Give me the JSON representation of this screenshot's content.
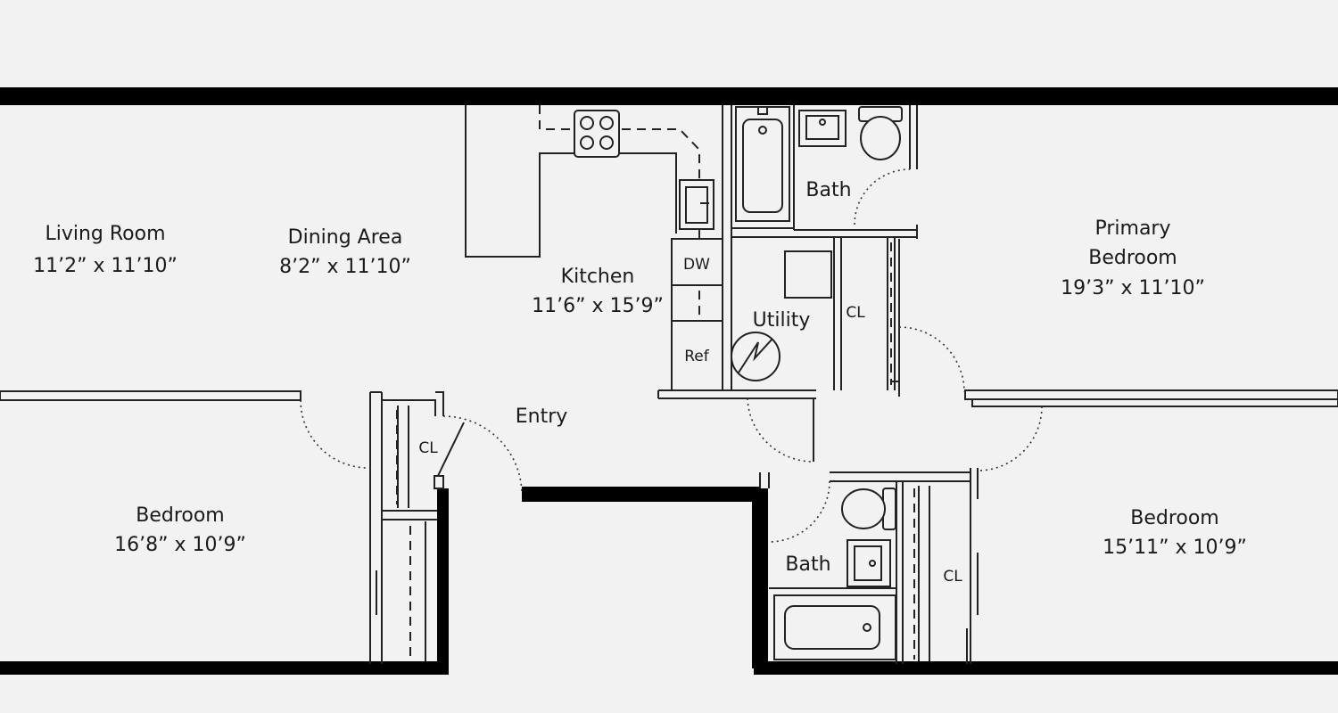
{
  "rooms": {
    "living_room": {
      "name": "Living Room",
      "size": "11’2” x 11’10”"
    },
    "dining_area": {
      "name": "Dining Area",
      "size": "8’2” x 11’10”"
    },
    "kitchen": {
      "name": "Kitchen",
      "size": "11’6” x 15’9”"
    },
    "bath_top": {
      "name": "Bath"
    },
    "primary_bedroom": {
      "line1": "Primary",
      "line2": "Bedroom",
      "size": "19’3” x 11’10”"
    },
    "utility": {
      "name": "Utility"
    },
    "entry": {
      "name": "Entry"
    },
    "bedroom_left": {
      "name": "Bedroom",
      "size": "16’8” x 10’9”"
    },
    "bath_bottom": {
      "name": "Bath"
    },
    "bedroom_right": {
      "name": "Bedroom",
      "size": "15’11” x 10’9”"
    }
  },
  "fixtures": {
    "dishwasher": "DW",
    "refrigerator": "Ref",
    "closet_utility": "CL",
    "closet_left": "CL",
    "closet_right": "CL"
  },
  "colors": {
    "wall": "#000000",
    "background": "#f2f2f2"
  }
}
